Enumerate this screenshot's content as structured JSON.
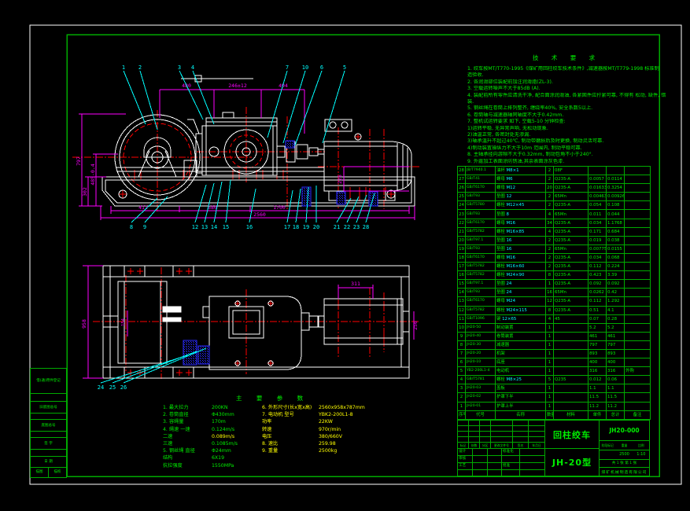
{
  "colors": {
    "geometry": "#ffffff",
    "frame": "#00aa00",
    "text": "#00ee00",
    "dimension": "#ff00ff",
    "centerline": "#ff0000",
    "leader": "#00ffff",
    "hatch": "#2a2aff",
    "highlight": "#ffff00"
  },
  "notes": {
    "title": "技 术 要 求",
    "lines": [
      "1. 绞车按MT/T770-1995《煤矿用回柱绞车技术条件》,减速器按MT/T779-1998 标准制",
      "   造验收.",
      "2. 各润滑部位装配前加注润滑脂(ZL-3).",
      "3. 空载运转噪声不大于85dB (A).",
      "4. 装配前所有零件应清洗干净, 配合面涂润滑油, 各紧固件应拧紧可靠, 不得有 松动, 缺件, 错装, 漏",
      "   装.",
      "5. 钢丝绳在卷筒上排列整齐, 缠绕率40%, 安全系数5以上.",
      "6. 卷筒轴与减速器轴同轴度不大于0.42mm.",
      "7. 整机试运转要求 如下, 空载5-10 分钟检查:",
      "  1)运转平稳, 无异常声响, 无松动现象.",
      "  2)油温正常, 各密封处无渗漏.",
      "  3)轴承温升不超过40℃, 制动带磨损后及时更换, 制动灵活可靠.",
      "  4)制动装置操纵力不大于10m 范围内, 制动平稳可靠.",
      "8. 主轴承径向游隙不大于0.32mm, 制动包角不小于240°.",
      "9. 外露加工表面涂防锈油,其余表面涂灰色漆."
    ]
  },
  "params": {
    "title": "主 要 参 数",
    "left": [
      {
        "label": "1. 最大拉力",
        "value": "200KN",
        "hl": false
      },
      {
        "label": "2. 卷筒直径",
        "value": "Φ430mm",
        "hl": false
      },
      {
        "label": "3. 容绳量",
        "value": "170m",
        "hl": false
      },
      {
        "label": "4. 绳速 一速",
        "value": "0.124m/s",
        "hl": false
      },
      {
        "label": "      二速",
        "value": "0.089m/s",
        "hl": true
      },
      {
        "label": "      三速",
        "value": "0.1085m/s",
        "hl": false
      },
      {
        "label": "5. 钢丝绳 直径",
        "value": "Φ24mm",
        "hl": false
      },
      {
        "label": "      结构",
        "value": "6X19",
        "hl": false
      },
      {
        "label": "      抗拉强度",
        "value": "1550MPa",
        "hl": false
      }
    ],
    "right": [
      {
        "label": "6. 外形尺寸(长x宽x高)",
        "value": "2560x958x787mm"
      },
      {
        "label": "7. 电动机 型号",
        "value": "YBK2-200L1-8"
      },
      {
        "label": "      功率",
        "value": "22KW"
      },
      {
        "label": "      转速",
        "value": "970r/min"
      },
      {
        "label": "      电压",
        "value": "380/660V"
      },
      {
        "label": "8. 速比",
        "value": "259.98"
      },
      {
        "label": "9. 重量",
        "value": "2500kg"
      }
    ]
  },
  "dims": {
    "front": [
      "480",
      "246±12",
      "494",
      "797",
      "485-0.4",
      "302",
      "411",
      "580",
      "1700",
      "2560",
      "225"
    ],
    "plan": [
      "958",
      "311",
      "154",
      "256"
    ]
  },
  "balloons": {
    "top": [
      "1",
      "2",
      "3",
      "4",
      "7",
      "10",
      "6",
      "5"
    ],
    "bottom": [
      "8",
      "9",
      "12",
      "13",
      "14",
      "15",
      "16",
      "17",
      "18",
      "19",
      "20",
      "21",
      "22",
      "23",
      "28"
    ],
    "plan": [
      "24",
      "25",
      "26"
    ]
  },
  "parts_list": {
    "header": [
      "序号",
      "代号",
      "名称",
      "数量",
      "材料",
      "单件",
      "总计",
      "备注"
    ],
    "rows": [
      {
        "no": "28",
        "code": "JB/T7940.1",
        "name": "油杯",
        "spec": "M8×1",
        "qty": "2",
        "mat": "08F",
        "unit": "",
        "total": "",
        "rem": ""
      },
      {
        "no": "27",
        "code": "GB/T41",
        "name": "螺母",
        "spec": "M6",
        "qty": "2",
        "mat": "Q235-A",
        "unit": "0.0057",
        "total": "0.0114",
        "rem": ""
      },
      {
        "no": "26",
        "code": "GB/T6170",
        "name": "螺母",
        "spec": "M12",
        "qty": "20",
        "mat": "Q235-A",
        "unit": "0.01633",
        "total": "0.3254",
        "rem": ""
      },
      {
        "no": "25",
        "code": "GB/T93",
        "name": "垫圈",
        "spec": "12",
        "qty": "2",
        "mat": "65Mn",
        "unit": "0.00463",
        "total": "0.00926",
        "rem": ""
      },
      {
        "no": "24",
        "code": "GB/T5780",
        "name": "螺栓",
        "spec": "M12×45",
        "qty": "2",
        "mat": "Q235-A",
        "unit": "0.054",
        "total": "0.108",
        "rem": ""
      },
      {
        "no": "23",
        "code": "GB/T93",
        "name": "垫圈",
        "spec": "8",
        "qty": "4",
        "mat": "65Mn",
        "unit": "0.011",
        "total": "0.044",
        "rem": ""
      },
      {
        "no": "22",
        "code": "GB/T6170",
        "name": "螺母",
        "spec": "M16",
        "qty": "34",
        "mat": "Q235-A",
        "unit": "0.034",
        "total": "1.1768",
        "rem": ""
      },
      {
        "no": "21",
        "code": "GB/T5782",
        "name": "螺栓",
        "spec": "M16×85",
        "qty": "4",
        "mat": "Q235-A",
        "unit": "0.171",
        "total": "0.684",
        "rem": ""
      },
      {
        "no": "20",
        "code": "GB/T97.1",
        "name": "垫圈",
        "spec": "16",
        "qty": "2",
        "mat": "Q235-A",
        "unit": "0.019",
        "total": "0.038",
        "rem": ""
      },
      {
        "no": "19",
        "code": "GB/T93",
        "name": "垫圈",
        "spec": "16",
        "qty": "2",
        "mat": "65Mn",
        "unit": "0.00775",
        "total": "0.0155",
        "rem": ""
      },
      {
        "no": "18",
        "code": "GB/T6170",
        "name": "螺母",
        "spec": "M16",
        "qty": "2",
        "mat": "Q235-A",
        "unit": "0.034",
        "total": "0.068",
        "rem": ""
      },
      {
        "no": "17",
        "code": "GB/T5782",
        "name": "螺栓",
        "spec": "M16×60",
        "qty": "2",
        "mat": "Q235-A",
        "unit": "0.112",
        "total": "0.224",
        "rem": ""
      },
      {
        "no": "16",
        "code": "GB/T5782",
        "name": "螺栓",
        "spec": "M24×90",
        "qty": "8",
        "mat": "Q235-A",
        "unit": "0.423",
        "total": "3.39",
        "rem": ""
      },
      {
        "no": "15",
        "code": "GB/T97.1",
        "name": "垫圈",
        "spec": "24",
        "qty": "1",
        "mat": "Q235-A",
        "unit": "0.092",
        "total": "0.092",
        "rem": ""
      },
      {
        "no": "14",
        "code": "GB/T93",
        "name": "垫圈",
        "spec": "24",
        "qty": "16",
        "mat": "65Mn",
        "unit": "0.0262",
        "total": "0.42",
        "rem": ""
      },
      {
        "no": "13",
        "code": "GB/T6170",
        "name": "螺母",
        "spec": "M24",
        "qty": "12",
        "mat": "Q235-A",
        "unit": "0.112",
        "total": "1.292",
        "rem": ""
      },
      {
        "no": "12",
        "code": "GB/T5782",
        "name": "螺栓",
        "spec": "M24×115",
        "qty": "8",
        "mat": "Q235-A",
        "unit": "0.51",
        "total": "4.1",
        "rem": ""
      },
      {
        "no": "11",
        "code": "GB/T1096",
        "name": "键",
        "spec": "12×65",
        "qty": "4",
        "mat": "45",
        "unit": "0.07",
        "total": "0.28",
        "rem": ""
      },
      {
        "no": "10",
        "code": "JH20-50",
        "name": "制动装置",
        "spec": "",
        "qty": "1",
        "mat": "",
        "unit": "5.2",
        "total": "5.2",
        "rem": ""
      },
      {
        "no": "9",
        "code": "JH20-40",
        "name": "卷筒装置",
        "spec": "",
        "qty": "1",
        "mat": "",
        "unit": "461",
        "total": "461",
        "rem": ""
      },
      {
        "no": "8",
        "code": "JH20-30",
        "name": "减速器",
        "spec": "",
        "qty": "1",
        "mat": "",
        "unit": "797",
        "total": "797",
        "rem": ""
      },
      {
        "no": "7",
        "code": "JH20-20",
        "name": "机架",
        "spec": "",
        "qty": "1",
        "mat": "",
        "unit": "893",
        "total": "893",
        "rem": ""
      },
      {
        "no": "6",
        "code": "JH20-10",
        "name": "底座",
        "spec": "",
        "qty": "1",
        "mat": "",
        "unit": "400",
        "total": "400",
        "rem": ""
      },
      {
        "no": "5",
        "code": "YB2-200L1-4",
        "name": "电动机",
        "spec": "",
        "qty": "1",
        "mat": "",
        "unit": "316",
        "total": "316",
        "rem": "外购"
      },
      {
        "no": "4",
        "code": "GB/T5781",
        "name": "螺栓",
        "spec": "M8×25",
        "qty": "5",
        "mat": "Q235",
        "unit": "0.012",
        "total": "0.06",
        "rem": ""
      },
      {
        "no": "3",
        "code": "JH20-03",
        "name": "盖板",
        "spec": "",
        "qty": "1",
        "mat": "",
        "unit": "1.1",
        "total": "1.1",
        "rem": ""
      },
      {
        "no": "2",
        "code": "JH20-02",
        "name": "护罩下半",
        "spec": "",
        "qty": "1",
        "mat": "",
        "unit": "11.5",
        "total": "11.5",
        "rem": ""
      },
      {
        "no": "1",
        "code": "JH20-01",
        "name": "护罩上半",
        "spec": "",
        "qty": "1",
        "mat": "",
        "unit": "11.2",
        "total": "11.2",
        "rem": ""
      }
    ]
  },
  "title_block": {
    "product": "回柱绞车",
    "model": "JH-20型",
    "drawing_no": "JH20-000",
    "rev_header": [
      "标记",
      "处数",
      "分区",
      "更改文件号",
      "签名",
      "年月日"
    ],
    "sign_rows": [
      [
        "设计",
        "",
        "",
        "标准化",
        "",
        ""
      ],
      [
        "审核",
        "",
        "",
        "",
        "",
        ""
      ],
      [
        "工艺",
        "",
        "",
        "批准",
        "",
        ""
      ],
      [
        "",
        "",
        "",
        "",
        "",
        ""
      ]
    ],
    "stage_labels": [
      "阶段标记",
      "重量",
      "比例"
    ],
    "stage_values": [
      "",
      "2500",
      "1:10"
    ],
    "sheets": "共 1 张 第 1 张",
    "company": "煤矿机械制造有限公司"
  },
  "left_strip": {
    "rows": [
      "借(通)用件登记",
      "",
      "旧底图总号",
      "",
      "底图总号",
      "",
      "签 字",
      "",
      "日 期"
    ],
    "bottom": [
      "描图",
      "描校"
    ]
  }
}
